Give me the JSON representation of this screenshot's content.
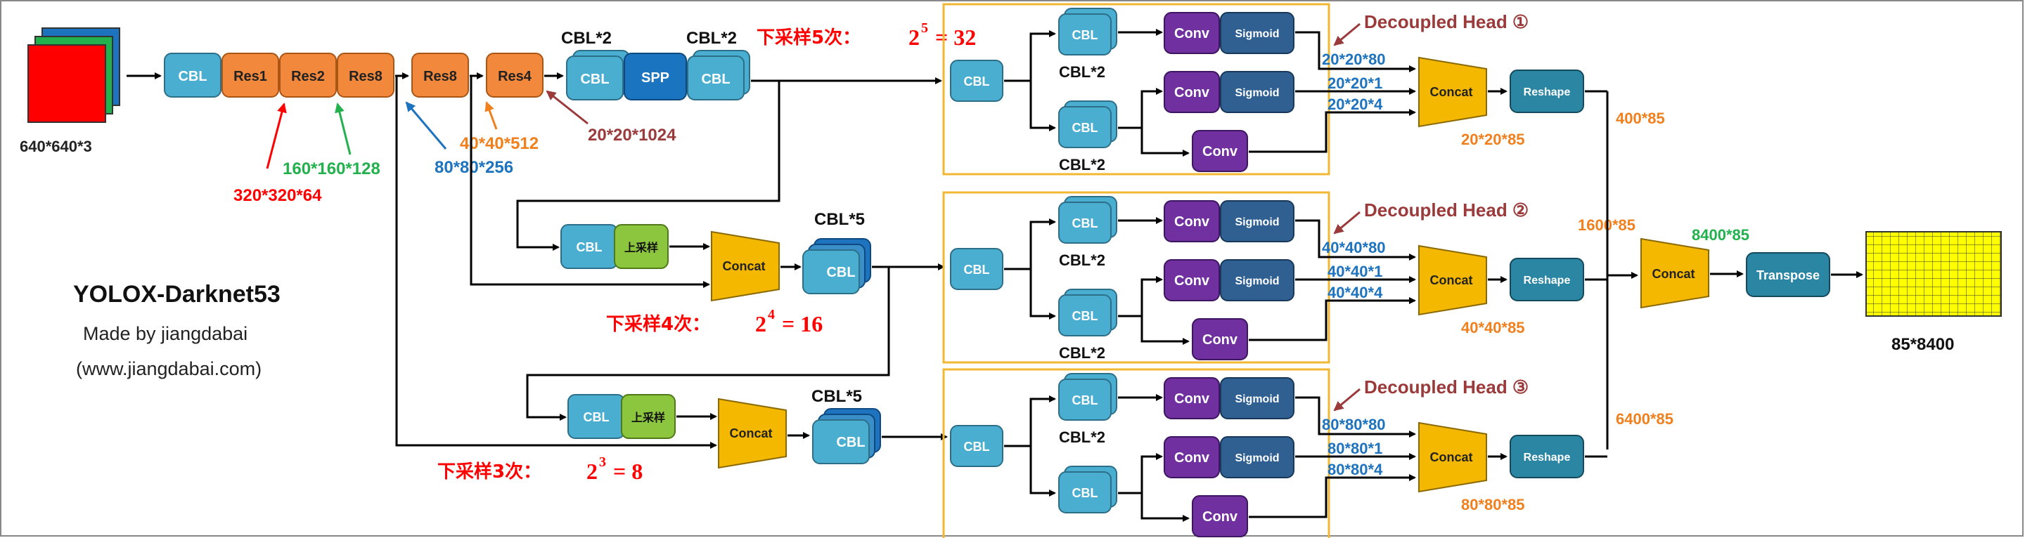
{
  "diagram": {
    "input_label": "640*640*3",
    "backbone": {
      "cbl": "CBL",
      "res1": "Res1",
      "res2": "Res2",
      "res8a": "Res8",
      "res8b": "Res8",
      "res4": "Res4"
    },
    "neck_top": {
      "cbl2_title_a": "CBL*2",
      "cbl2_title_b": "CBL*2",
      "cbl_a": "CBL",
      "spp": "SPP",
      "cbl_b": "CBL"
    },
    "feature_sizes": {
      "s320": "320*320*64",
      "s160": "160*160*128",
      "s80": "80*80*256",
      "s40": "40*40*512",
      "s20": "20*20*1024"
    },
    "downsample": {
      "d5_prefix": "下采样5次：",
      "d5_formula": "2",
      "d5_exp": "5",
      "d5_result": "= 32",
      "d4_prefix": "下采样4次：",
      "d4_formula": "2",
      "d4_exp": "4",
      "d4_result": "= 16",
      "d3_prefix": "下采样3次：",
      "d3_formula": "2",
      "d3_exp": "3",
      "d3_result": "= 8"
    },
    "title": {
      "name": "YOLOX-Darknet53",
      "author": "Made by jiangdabai",
      "site": "(www.jiangdabai.com)"
    },
    "branch_mid": {
      "cbl": "CBL",
      "upsample": "上采样",
      "concat": "Concat",
      "cbl5_title": "CBL*5"
    },
    "branch_low": {
      "cbl": "CBL",
      "upsample": "上采样",
      "concat": "Concat",
      "cbl5_title": "CBL*5",
      "cbl5": "CBL"
    },
    "heads": [
      {
        "title": "Decoupled Head ①",
        "cbl_in": "CBL",
        "cbl_top": "CBL",
        "cbl2_a": "CBL*2",
        "cbl_bot": "CBL",
        "cbl2_b": "CBL*2",
        "conv1": "Conv",
        "sig1": "Sigmoid",
        "conv2": "Conv",
        "sig2": "Sigmoid",
        "conv3": "Conv",
        "out1": "20*20*80",
        "out2": "20*20*1",
        "out3": "20*20*4",
        "concat": "Concat",
        "concat_out": "20*20*85",
        "reshape": "Reshape",
        "reshape_out": "400*85"
      },
      {
        "title": "Decoupled Head ②",
        "cbl_in": "CBL",
        "cbl_top": "CBL",
        "cbl2_a": "CBL*2",
        "cbl_bot": "CBL",
        "cbl2_b": "CBL*2",
        "conv1": "Conv",
        "sig1": "Sigmoid",
        "conv2": "Conv",
        "sig2": "Sigmoid",
        "conv3": "Conv",
        "out1": "40*40*80",
        "out2": "40*40*1",
        "out3": "40*40*4",
        "concat": "Concat",
        "concat_out": "40*40*85",
        "reshape": "Reshape",
        "reshape_out": "1600*85"
      },
      {
        "title": "Decoupled Head ③",
        "cbl_in": "CBL",
        "cbl_top": "CBL",
        "cbl2_a": "CBL*2",
        "cbl_bot": "CBL",
        "cbl2_b": "",
        "conv1": "Conv",
        "sig1": "Sigmoid",
        "conv2": "Conv",
        "sig2": "Sigmoid",
        "conv3": "Conv",
        "out1": "80*80*80",
        "out2": "80*80*1",
        "out3": "80*80*4",
        "concat": "Concat",
        "concat_out": "80*80*85",
        "reshape": "Reshape",
        "reshape_out": "6400*85"
      }
    ],
    "final": {
      "concat": "Concat",
      "concat_out": "8400*85",
      "transpose": "Transpose",
      "output_label": "85*8400"
    },
    "colors": {
      "cbl": "#4aaed0",
      "res": "#f1883c",
      "spp": "#1a74c0",
      "upsample": "#8cc63f",
      "concat": "#f5b800",
      "conv": "#7030a0",
      "sigmoid": "#2f6091",
      "reshape": "#2a86a3",
      "head_border": "#f2b733",
      "red": "#ff0000",
      "green": "#22b14c",
      "blue": "#1e73be",
      "orange": "#f0801e",
      "brown": "#9b3a3a",
      "grid": "#ffff00"
    }
  }
}
